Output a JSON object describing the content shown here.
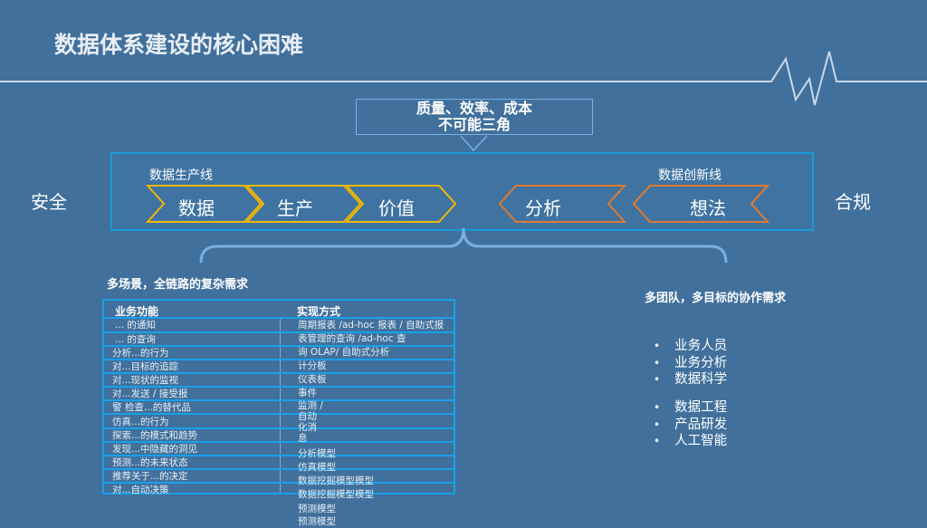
{
  "title": "数据体系建设的核心困难",
  "triangle": {
    "line1": "质量、效率、成本",
    "line2": "不可能三角"
  },
  "left_side": "安全",
  "right_side": "合规",
  "production": {
    "label": "数据生产线",
    "steps": [
      "数据",
      "生产",
      "价值"
    ],
    "color": "#f2b705"
  },
  "innovation": {
    "label": "数据创新线",
    "steps": [
      "分析",
      "想法"
    ],
    "color": "#e07a30"
  },
  "left_heading": "多场景，全链路的复杂需求",
  "right_heading": "多团队，多目标的协作需求",
  "table": {
    "headers": [
      "业务功能",
      "实现方式"
    ],
    "functions": [
      "... 的通知",
      "... 的查询",
      "分析...的行为",
      "对...目标的追踪",
      "对...现状的监视",
      "对...发送 / 接受报",
      "警 检查...的替代品",
      "仿真...的行为",
      "探索...的模式和趋势",
      "发现...中隐藏的洞见",
      "预测...的未来状态",
      "推荐关于...的决定",
      "对...自动决策"
    ],
    "methods": [
      "周期报表 /ad-hoc 报表 / 自助式报",
      "表管理的查询 /ad-hoc 查",
      "询  OLAP/ 自助式分析",
      "计分板",
      "仪表板",
      "事件",
      "监测 /",
      "自动",
      "化消",
      "息",
      "分析模型",
      "仿真模型",
      "数据挖掘模型模型",
      "数据挖掘模型模型",
      "预测模型",
      "预测模型"
    ]
  },
  "teams": {
    "group1": [
      "业务人员",
      "业务分析",
      "数据科学"
    ],
    "group2": [
      "数据工程",
      "产品研发",
      "人工智能"
    ]
  }
}
